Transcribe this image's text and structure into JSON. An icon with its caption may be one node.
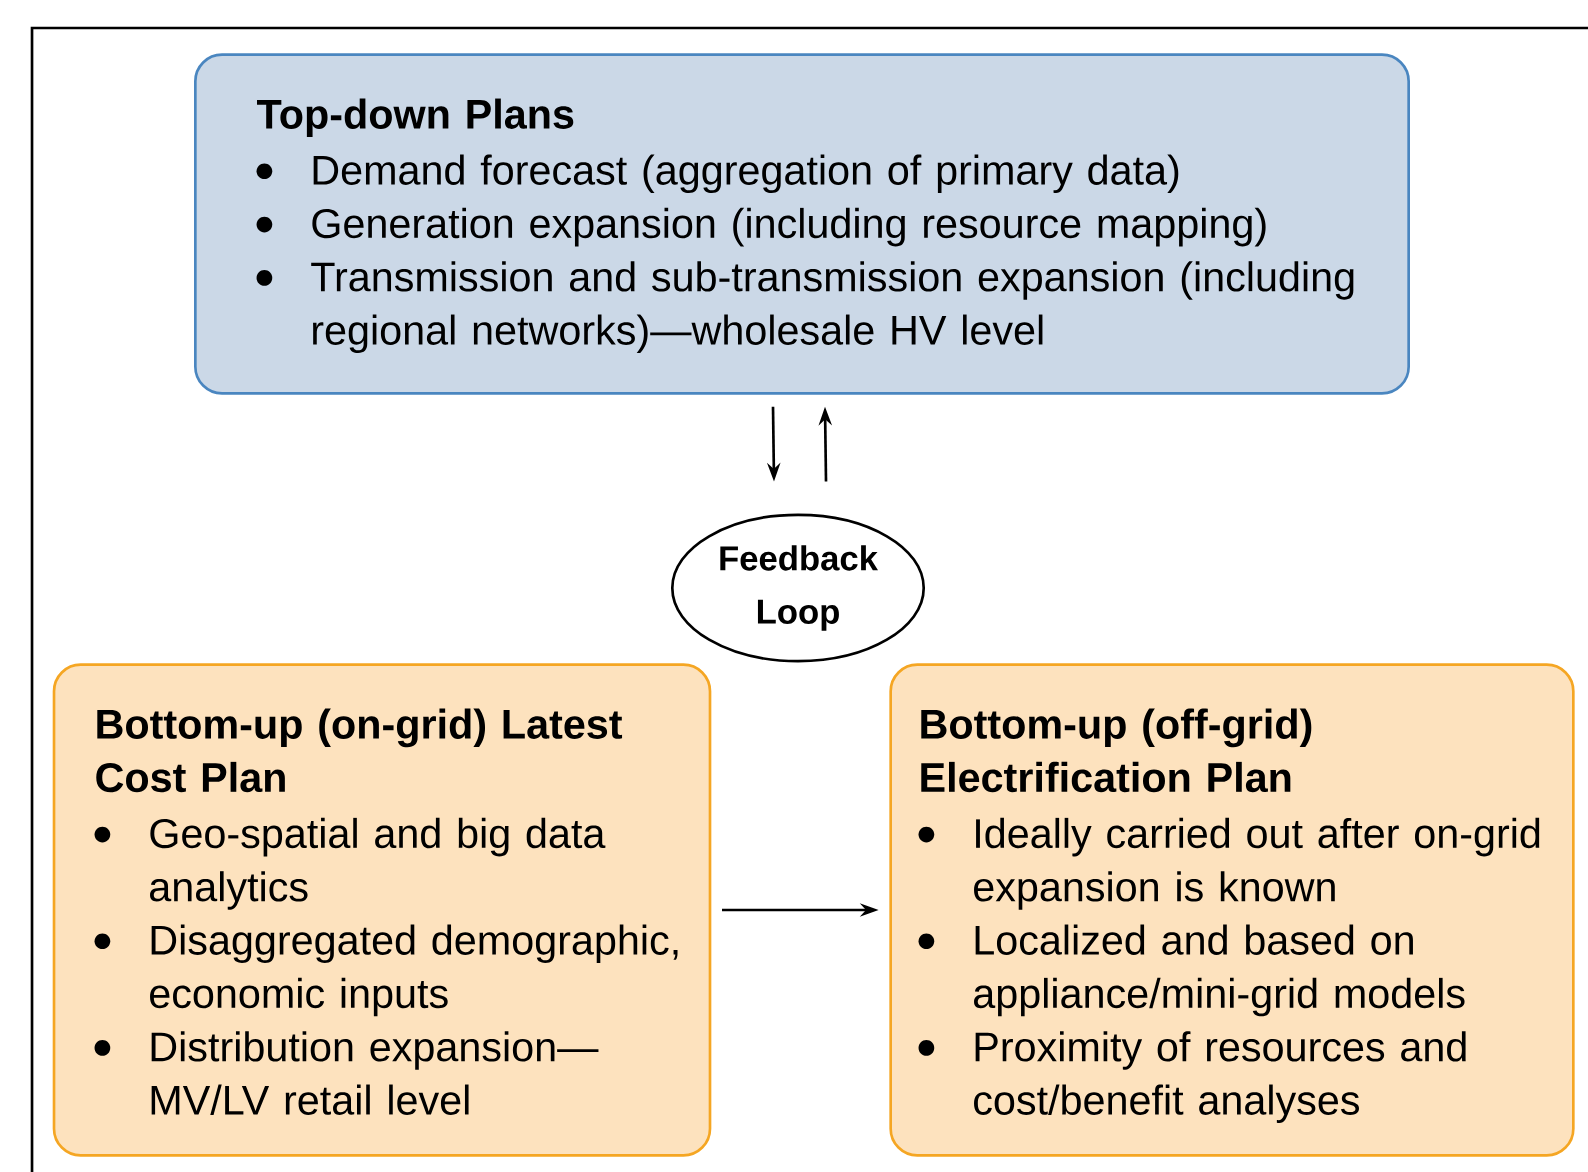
{
  "diagram": {
    "nodes": [
      {
        "text": [
          "Top-down Plans",
          "Demand forecast (aggregation of primary data)",
          "Generation expansion (including resource mapping)",
          "Transmission and sub-transmission expansion (including regional networks)—wholesale HV level"
        ]
      },
      {
        "text": [
          "Feedback Loop"
        ]
      },
      {
        "text": [
          "Bottom-up (on-grid) Latest Cost Plan",
          "Geo-spatial and big data analytics",
          "Disaggregated demographic, economic inputs",
          "Distribution expansion—MV/LV retail level"
        ]
      },
      {
        "text": [
          "Bottom-up (off-grid) Electrification Plan",
          "Ideally carried out after on-grid expansion is known",
          "Localized and based on appliance/mini-grid models",
          "Proximity of resources and cost/benefit analyses"
        ]
      }
    ],
    "edges": [
      {
        "from": 0,
        "to": 1,
        "arrow": "to"
      },
      {
        "from": 1,
        "to": 0,
        "arrow": "to"
      },
      {
        "from": 2,
        "to": 3,
        "arrow": "to"
      }
    ]
  }
}
